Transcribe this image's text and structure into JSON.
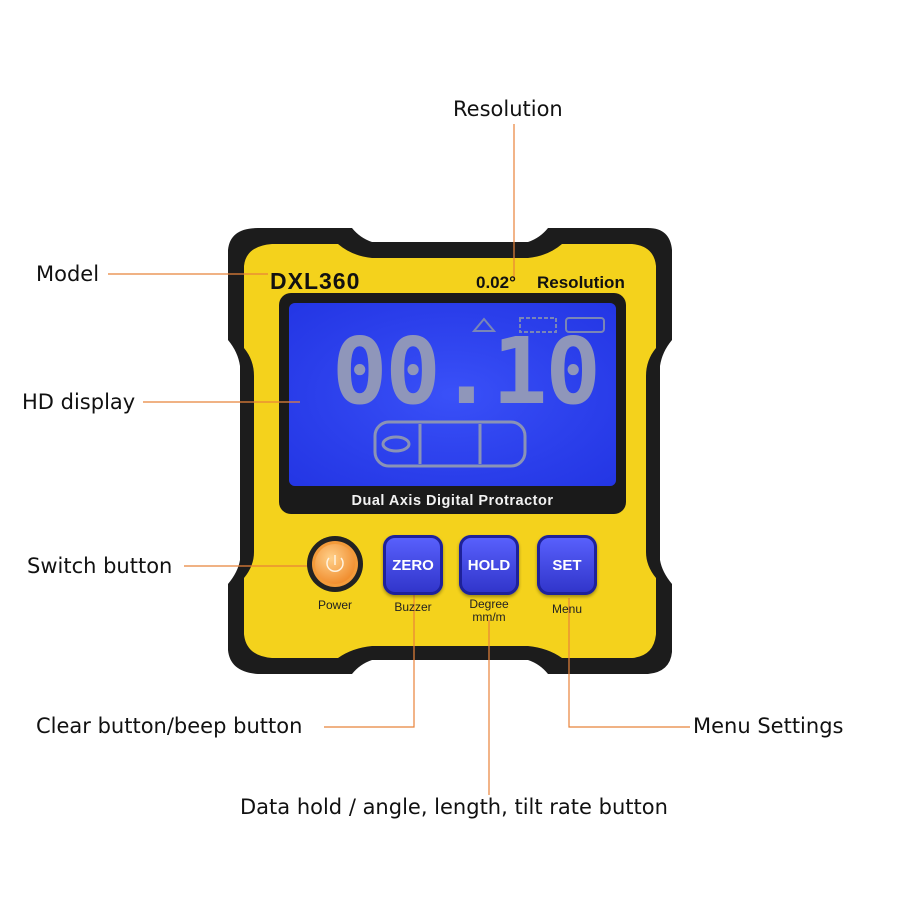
{
  "callouts": {
    "resolution": "Resolution",
    "model": "Model",
    "hd_display": "HD display",
    "switch_button": "Switch button",
    "clear_button": "Clear button/beep button",
    "menu_settings": "Menu Settings",
    "data_hold": "Data hold / angle, length, tilt rate button"
  },
  "device": {
    "model": "DXL360",
    "resolution_value": "0.02°",
    "resolution_label": "Resolution",
    "display_reading": "00.10",
    "product_name": "Dual Axis Digital Protractor"
  },
  "buttons": {
    "power_label": "Power",
    "zero_label": "ZERO",
    "zero_sub": "Buzzer",
    "hold_label": "HOLD",
    "hold_sub_1": "Degree",
    "hold_sub_2": "mm/m",
    "set_label": "SET",
    "set_sub": "Menu"
  },
  "colors": {
    "body_yellow": "#f4d21c",
    "rubber_frame": "#1c1c1c",
    "screen_blue": "#2438f0",
    "button_blue": "#3a40e0",
    "power_orange": "#f39a3a",
    "leader_line": "#e8833a"
  }
}
